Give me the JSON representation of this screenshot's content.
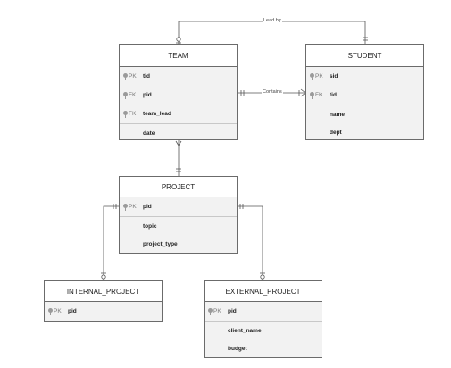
{
  "relationships": {
    "lead_by": "Lead by",
    "contains": "Contains"
  },
  "entities": {
    "team": {
      "title": "TEAM",
      "fields": [
        {
          "key": "PK",
          "name": "tid"
        },
        {
          "key": "FK",
          "name": "pid"
        },
        {
          "key": "FK",
          "name": "team_lead"
        },
        {
          "key": "",
          "name": "date"
        }
      ]
    },
    "student": {
      "title": "STUDENT",
      "fields": [
        {
          "key": "PK",
          "name": "sid"
        },
        {
          "key": "FK",
          "name": "tid"
        },
        {
          "key": "",
          "name": "name"
        },
        {
          "key": "",
          "name": "dept"
        }
      ]
    },
    "project": {
      "title": "PROJECT",
      "fields": [
        {
          "key": "PK",
          "name": "pid"
        },
        {
          "key": "",
          "name": "topic"
        },
        {
          "key": "",
          "name": "project_type"
        }
      ]
    },
    "internal_project": {
      "title": "INTERNAL_PROJECT",
      "fields": [
        {
          "key": "PK",
          "name": "pid"
        }
      ]
    },
    "external_project": {
      "title": "EXTERNAL_PROJECT",
      "fields": [
        {
          "key": "PK",
          "name": "pid"
        },
        {
          "key": "",
          "name": "client_name"
        },
        {
          "key": "",
          "name": "budget"
        }
      ]
    }
  }
}
